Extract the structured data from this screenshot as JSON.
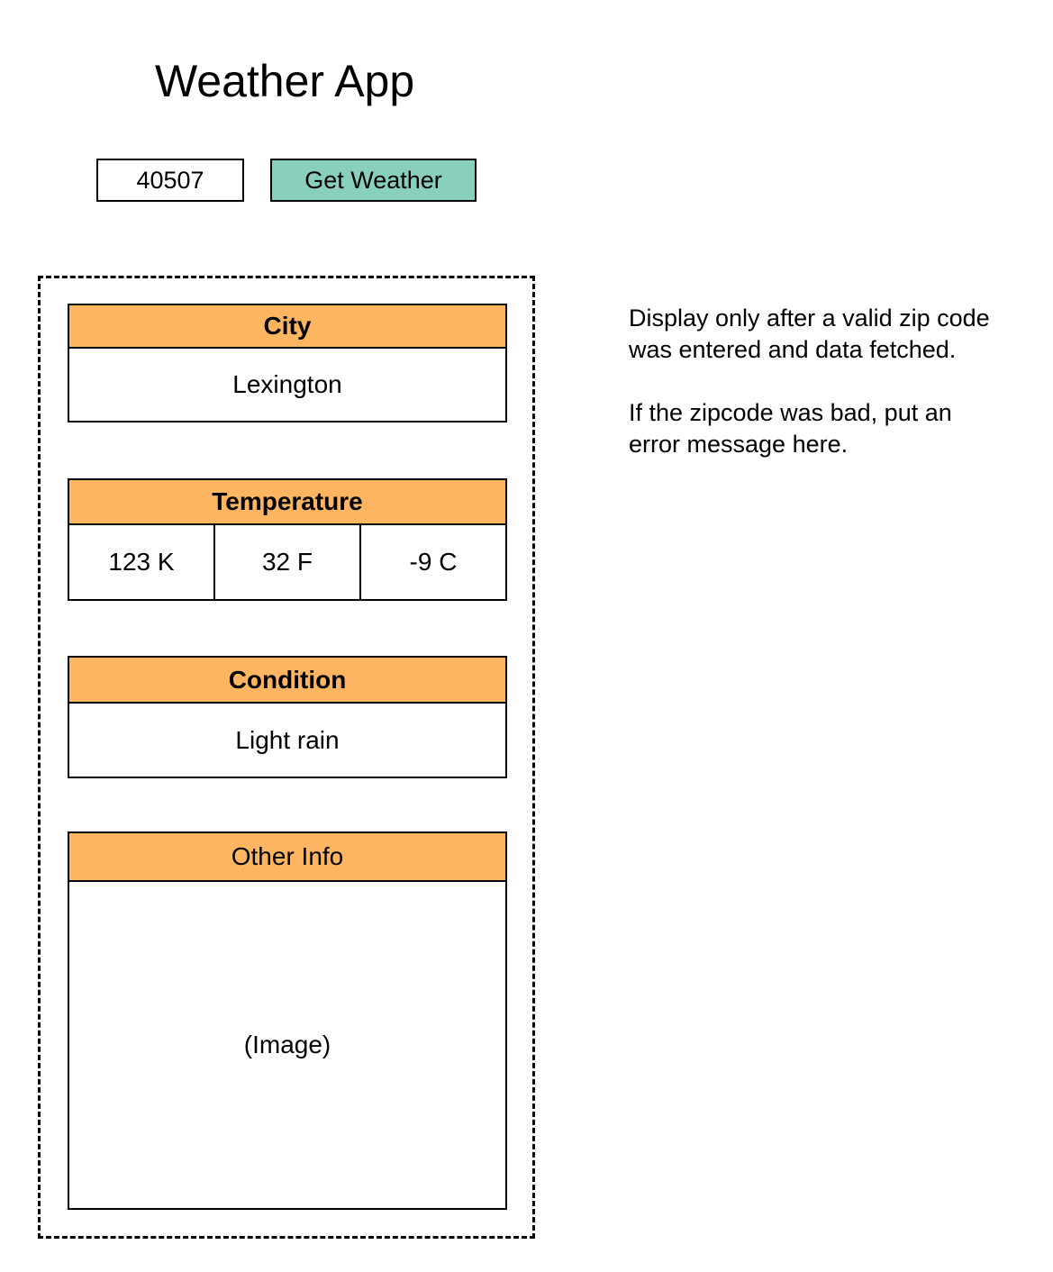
{
  "app": {
    "title": "Weather App"
  },
  "search": {
    "zip_value": "40507",
    "button_label": "Get Weather"
  },
  "city": {
    "header": "City",
    "value": "Lexington"
  },
  "temperature": {
    "header": "Temperature",
    "kelvin": "123 K",
    "fahrenheit": "32 F",
    "celsius": "-9 C"
  },
  "condition": {
    "header": "Condition",
    "value": "Light rain"
  },
  "other_info": {
    "header": "Other Info",
    "placeholder": "(Image)"
  },
  "notes": {
    "line1": "Display only after a valid zip code",
    "line2": "was entered and data fetched.",
    "line3": "If the zipcode was bad, put an",
    "line4": "error message here."
  },
  "colors": {
    "button_bg": "#88d0bd",
    "header_bg": "#fdb562"
  }
}
